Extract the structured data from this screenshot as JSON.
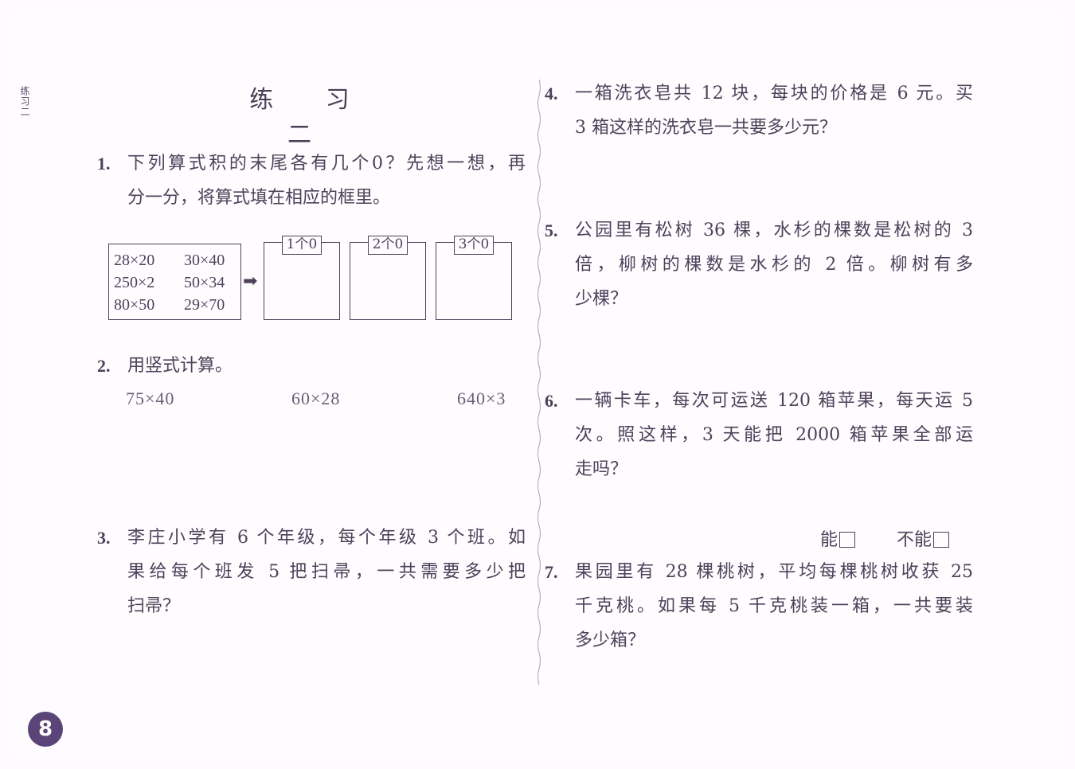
{
  "side_tab": "练习二",
  "title": "练 习 二",
  "page_number": "8",
  "questions": {
    "q1": {
      "num": "1.",
      "lines": [
        "下列算式积的末尾各有几个0？先想一想，再",
        "分一分，将算式填在相应的框里。"
      ],
      "expressions": [
        [
          "28×20",
          "30×40"
        ],
        [
          "250×2",
          "50×34"
        ],
        [
          "80×50",
          "29×70"
        ]
      ],
      "arrow": "➡",
      "categories": [
        "1个0",
        "2个0",
        "3个0"
      ]
    },
    "q2": {
      "num": "2.",
      "lines": [
        "用竖式计算。"
      ],
      "calcs": [
        "75×40",
        "60×28",
        "640×3"
      ]
    },
    "q3": {
      "num": "3.",
      "lines": [
        "李庄小学有 6 个年级，每个年级 3 个班。如",
        "果给每个班发 5 把扫帚，一共需要多少把",
        "扫帚？"
      ]
    },
    "q4": {
      "num": "4.",
      "lines": [
        "一箱洗衣皂共 12 块，每块的价格是 6 元。买",
        "3 箱这样的洗衣皂一共要多少元？"
      ]
    },
    "q5": {
      "num": "5.",
      "lines": [
        "公园里有松树 36 棵，水杉的棵数是松树的 3",
        "倍，柳树的棵数是水杉的 2 倍。柳树有多",
        "少棵？"
      ]
    },
    "q6": {
      "num": "6.",
      "lines": [
        "一辆卡车，每次可运送 120 箱苹果，每天运 5",
        "次。照这样，3 天能把 2000 箱苹果全部运",
        "走吗？"
      ],
      "choice_yes": "能",
      "choice_no": "不能"
    },
    "q7": {
      "num": "7.",
      "lines": [
        "果园里有 28 棵桃树，平均每棵桃树收获 25",
        "千克桃。如果每 5 千克桃装一箱，一共要装",
        "多少箱？"
      ]
    }
  }
}
